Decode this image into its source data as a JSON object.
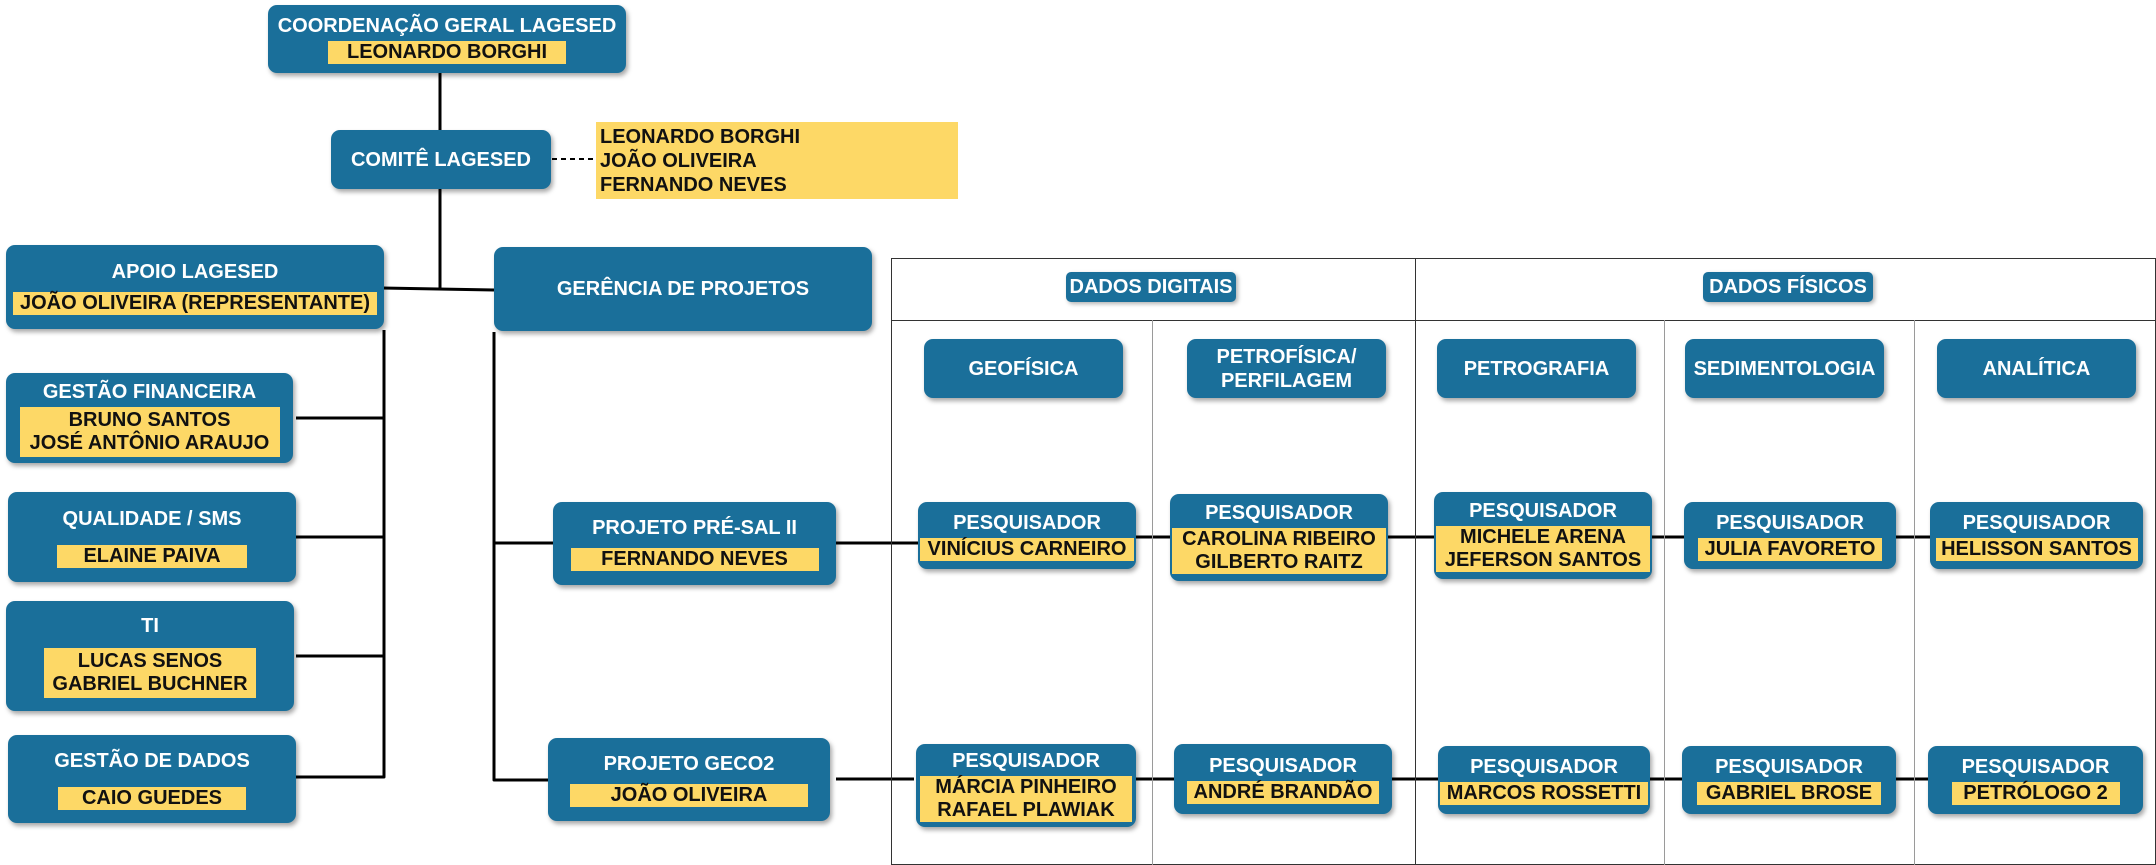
{
  "coord": {
    "title": "COORDENAÇÃO GERAL LAGESED",
    "name": "LEONARDO BORGHI"
  },
  "comite": {
    "title": "COMITÊ LAGESED",
    "members": [
      "LEONARDO BORGHI",
      "JOÃO OLIVEIRA",
      "FERNANDO NEVES"
    ]
  },
  "apoio": {
    "title": "APOIO LAGESED",
    "name": "JOÃO OLIVEIRA  (REPRESENTANTE)"
  },
  "gerencia": {
    "title": "GERÊNCIA DE PROJETOS"
  },
  "support": [
    {
      "title": "GESTÃO FINANCEIRA",
      "names": [
        "BRUNO SANTOS",
        "JOSÉ ANTÔNIO ARAUJO"
      ]
    },
    {
      "title": "QUALIDADE / SMS",
      "names": [
        "ELAINE PAIVA"
      ]
    },
    {
      "title": "TI",
      "names": [
        "LUCAS SENOS",
        "GABRIEL BUCHNER"
      ]
    },
    {
      "title": "GESTÃO DE DADOS",
      "names": [
        "CAIO GUEDES"
      ]
    }
  ],
  "projects": [
    {
      "title": "PROJETO  PRÉ-SAL II",
      "name": "FERNANDO NEVES"
    },
    {
      "title": "PROJETO  GECO2",
      "name": "JOÃO OLIVEIRA"
    }
  ],
  "groups": [
    {
      "label": "DADOS DIGITAIS"
    },
    {
      "label": "DADOS FÍSICOS"
    }
  ],
  "areas": [
    {
      "label": "GEOFÍSICA"
    },
    {
      "label": "PETROFÍSICA/ PERFILAGEM"
    },
    {
      "label": "PETROGRAFIA"
    },
    {
      "label": "SEDIMENTOLOGIA"
    },
    {
      "label": "ANALÍTICA"
    }
  ],
  "researcher_title": "PESQUISADOR",
  "researchers": [
    [
      [
        "VINÍCIUS CARNEIRO"
      ],
      [
        "CAROLINA RIBEIRO",
        "GILBERTO RAITZ"
      ],
      [
        "MICHELE ARENA",
        "JEFERSON SANTOS"
      ],
      [
        "JULIA FAVORETO"
      ],
      [
        "HELISSON SANTOS"
      ]
    ],
    [
      [
        "MÁRCIA PINHEIRO",
        "RAFAEL PLAWIAK"
      ],
      [
        "ANDRÉ BRANDÃO"
      ],
      [
        "MARCOS ROSSETTI"
      ],
      [
        "GABRIEL BROSE"
      ],
      [
        "PETRÓLOGO 2"
      ]
    ]
  ],
  "colors": {
    "box": "#1a6f9a",
    "name_highlight": "#fdd866",
    "line": "#000000"
  }
}
